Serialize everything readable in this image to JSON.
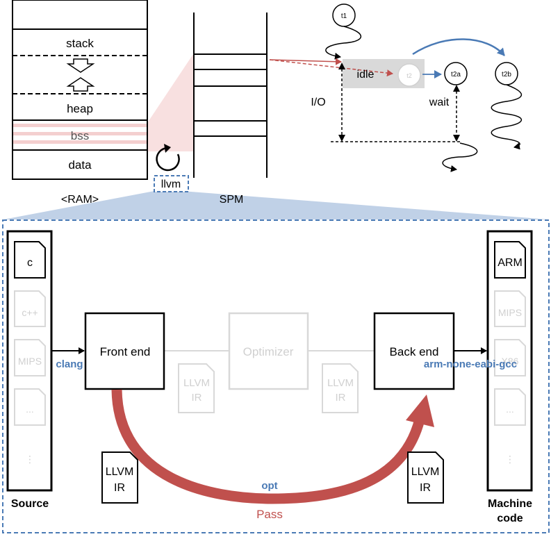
{
  "ram": {
    "segments": {
      "stack": "stack",
      "heap": "heap",
      "bss": "bss",
      "data": "data"
    },
    "label": "<RAM>"
  },
  "spm": {
    "label": "SPM"
  },
  "llvm": {
    "label": "llvm"
  },
  "timeline": {
    "threads": {
      "t1": "t1",
      "t2": "t2",
      "t2a": "t2a",
      "t2b": "t2b"
    },
    "idle": "idle",
    "io": "I/O",
    "wait": "wait"
  },
  "source_column": {
    "files": [
      "c",
      "c++",
      "MIPS",
      "...",
      "⋮"
    ],
    "label": "Source"
  },
  "machine_column": {
    "files": [
      "ARM",
      "MIPS",
      "X86",
      "...",
      "⋮"
    ],
    "label_line1": "Machine",
    "label_line2": "code"
  },
  "pipeline": {
    "front_end": "Front end",
    "optimizer": "Optimizer",
    "back_end": "Back end",
    "clang": "clang",
    "gcc": "arm-none-eabi-gcc",
    "ir_faded_1": [
      "LLVM",
      "IR"
    ],
    "ir_faded_2": [
      "LLVM",
      "IR"
    ],
    "ir_left": [
      "LLVM",
      "IR"
    ],
    "ir_right": [
      "LLVM",
      "IR"
    ],
    "opt": "opt",
    "pass": "Pass"
  },
  "colors": {
    "blue": "#4a7ab5",
    "red": "#c0504d",
    "pink": "#f4cfcf",
    "spm_fan": "#b9cce4",
    "idle_bg": "#d9d9d9",
    "faded": "#d8d8d8"
  }
}
